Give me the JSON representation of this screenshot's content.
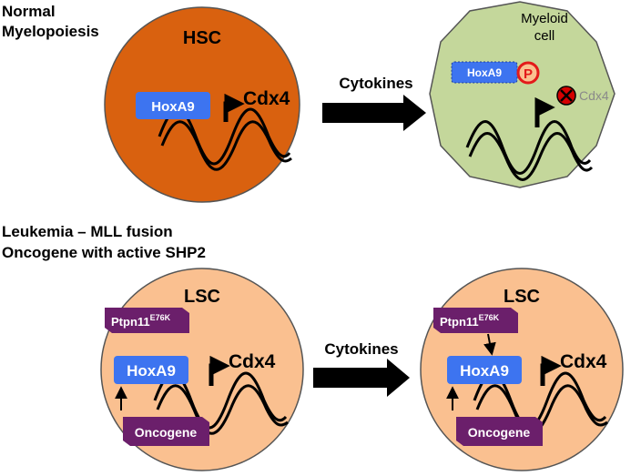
{
  "sections": {
    "normal": [
      "Normal",
      "Myelopoiesis"
    ],
    "leukemia": [
      "Leukemia – MLL fusion",
      "Oncogene with active SHP2"
    ]
  },
  "hsc": {
    "title": "HSC",
    "factor": "HoxA9",
    "gene": "Cdx4"
  },
  "myeloid": {
    "title": [
      "Myeloid",
      "cell"
    ],
    "factor": "HoxA9",
    "phospho": "P",
    "gene": "Cdx4"
  },
  "lsc_left": {
    "title": "LSC",
    "ptpn": "Ptpn11",
    "ptpn_sup": "E76K",
    "factor": "HoxA9",
    "gene": "Cdx4",
    "oncogene": "Oncogene"
  },
  "lsc_right": {
    "title": "LSC",
    "ptpn": "Ptpn11",
    "ptpn_sup": "E76K",
    "factor": "HoxA9",
    "gene": "Cdx4",
    "oncogene": "Oncogene"
  },
  "arrows": {
    "top": "Cytokines",
    "bottom": "Cytokines"
  },
  "colors": {
    "hsc": "#d9610f",
    "lsc": "#fac090",
    "myeloid": "#c4d79b",
    "hoxa9": "#3d74f0",
    "purple": "#6b1f6b",
    "phospho_ring": "#e31a1a",
    "inhibit": "#d40000",
    "muted_text": "#8a8a8a"
  }
}
